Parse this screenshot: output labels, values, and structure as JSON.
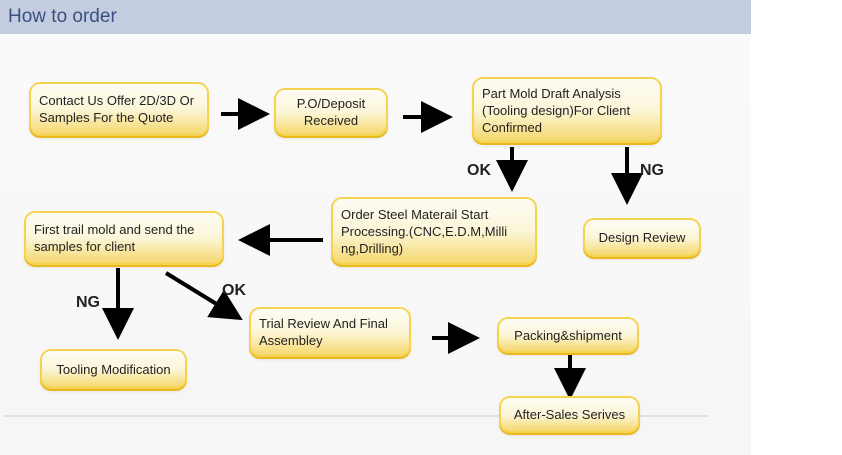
{
  "header": {
    "title": "How to order"
  },
  "flow": {
    "contact": "Contact Us Offer 2D/3D Or\nSamples For the Quote",
    "po": "P.O/Deposit\nReceived",
    "draft": "Part Mold Draft Analysis\n(Tooling design)For Client\nConfirmed",
    "design_review": "Design Review",
    "order_steel": "Order Steel Materail Start\nProcessing.(CNC,E.D.M,Milli\nng,Drilling)",
    "first_trail": "First trail mold and send the\nsamples for client",
    "tooling_mod": "Tooling Modification",
    "trial_review": "Trial Review And Final\nAssembley",
    "packing": "Packing&shipment",
    "after_sales": "After-Sales Serives"
  },
  "labels": {
    "ok_1": "OK",
    "ng_1": "NG",
    "ng_2": "NG",
    "ok_2": "OK"
  },
  "colors": {
    "header_bg": "#c4ccdf",
    "header_text": "#3b5082",
    "box_border": "#f6d34f",
    "arrow": "#000000"
  }
}
